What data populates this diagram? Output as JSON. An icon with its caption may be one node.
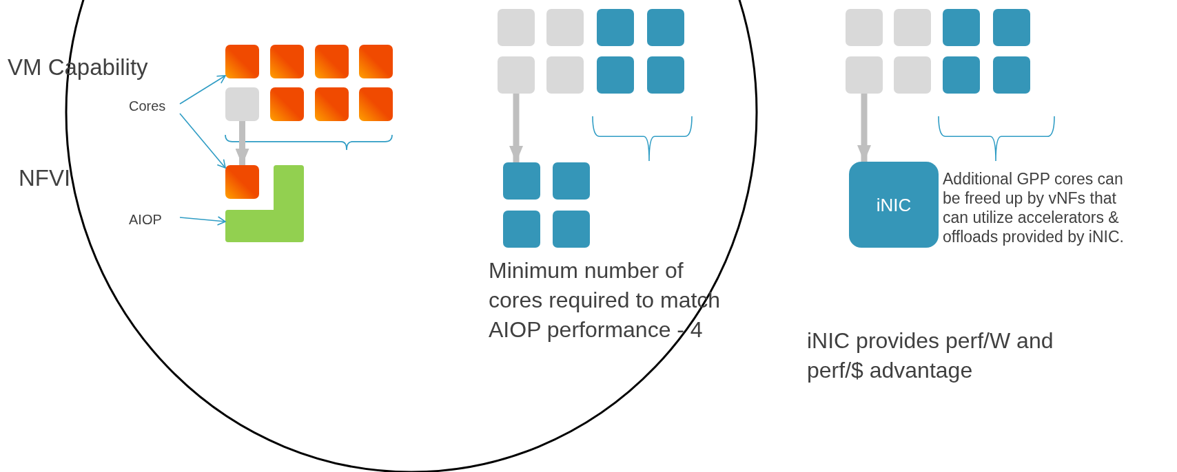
{
  "diagram": {
    "nodes": [
      {
        "text": [
          "Cores"
        ]
      },
      {
        "text": [
          "AIOP"
        ]
      },
      {
        "text": [],
        "shape": "box"
      },
      {
        "text": [],
        "shape": "box"
      },
      {
        "text": [],
        "shape": "box"
      },
      {
        "text": [],
        "shape": "box"
      },
      {
        "text": [],
        "shape": "box"
      },
      {
        "text": [],
        "shape": "box"
      },
      {
        "text": [],
        "shape": "box"
      },
      {
        "text": [],
        "shape": "box"
      },
      {
        "text": [],
        "shape": "box"
      },
      {
        "text": [],
        "shape": "box"
      },
      {
        "text": [],
        "shape": "box"
      },
      {
        "text": [],
        "shape": "box"
      },
      {
        "text": [],
        "shape": "box"
      },
      {
        "text": [],
        "shape": "box"
      },
      {
        "text": [],
        "shape": "box"
      },
      {
        "text": [],
        "shape": "box"
      },
      {
        "text": [],
        "shape": "box"
      },
      {
        "text": [],
        "shape": "box"
      },
      {
        "text": [],
        "shape": "box"
      },
      {
        "text": [],
        "shape": "box"
      },
      {
        "text": [],
        "shape": "box"
      },
      {
        "text": [],
        "shape": "box"
      },
      {
        "text": [],
        "shape": "box"
      },
      {
        "text": [],
        "shape": "box"
      },
      {
        "text": [],
        "shape": "box"
      },
      {
        "text": [],
        "shape": "box"
      },
      {
        "text": [],
        "shape": "box"
      },
      {
        "text": [],
        "shape": "box"
      },
      {
        "text": [],
        "shape": "box"
      },
      {
        "text": [],
        "shape": "box"
      },
      {
        "text": [
          "iNIC"
        ],
        "beside": [
          "Additional GPP cores can be freed up by vNFs that can utilize accelerators & offloads provided by iNIC."
        ]
      }
    ],
    "edges": [
      {
        "from": 0,
        "to": 2,
        "arrow": "to"
      },
      {
        "from": 0,
        "to": 10,
        "arrow": "to"
      },
      {
        "from": 1,
        "to": 11,
        "arrow": "to"
      },
      {
        "from": 6,
        "to": 10,
        "arrow": "to",
        "style": "thick",
        "color": "#bfbfbf"
      },
      {
        "from": 16,
        "to": 20,
        "arrow": "to",
        "style": "thick",
        "color": "#bfbfbf"
      },
      {
        "from": 28,
        "to": 32,
        "arrow": "to",
        "style": "thick",
        "color": "#bfbfbf"
      }
    ],
    "labels": [
      "VM Capability",
      "NFVI",
      "Minimum number of cores required to match AIOP performance - 4",
      "iNIC provides perf/W and perf/$ advantage"
    ]
  }
}
